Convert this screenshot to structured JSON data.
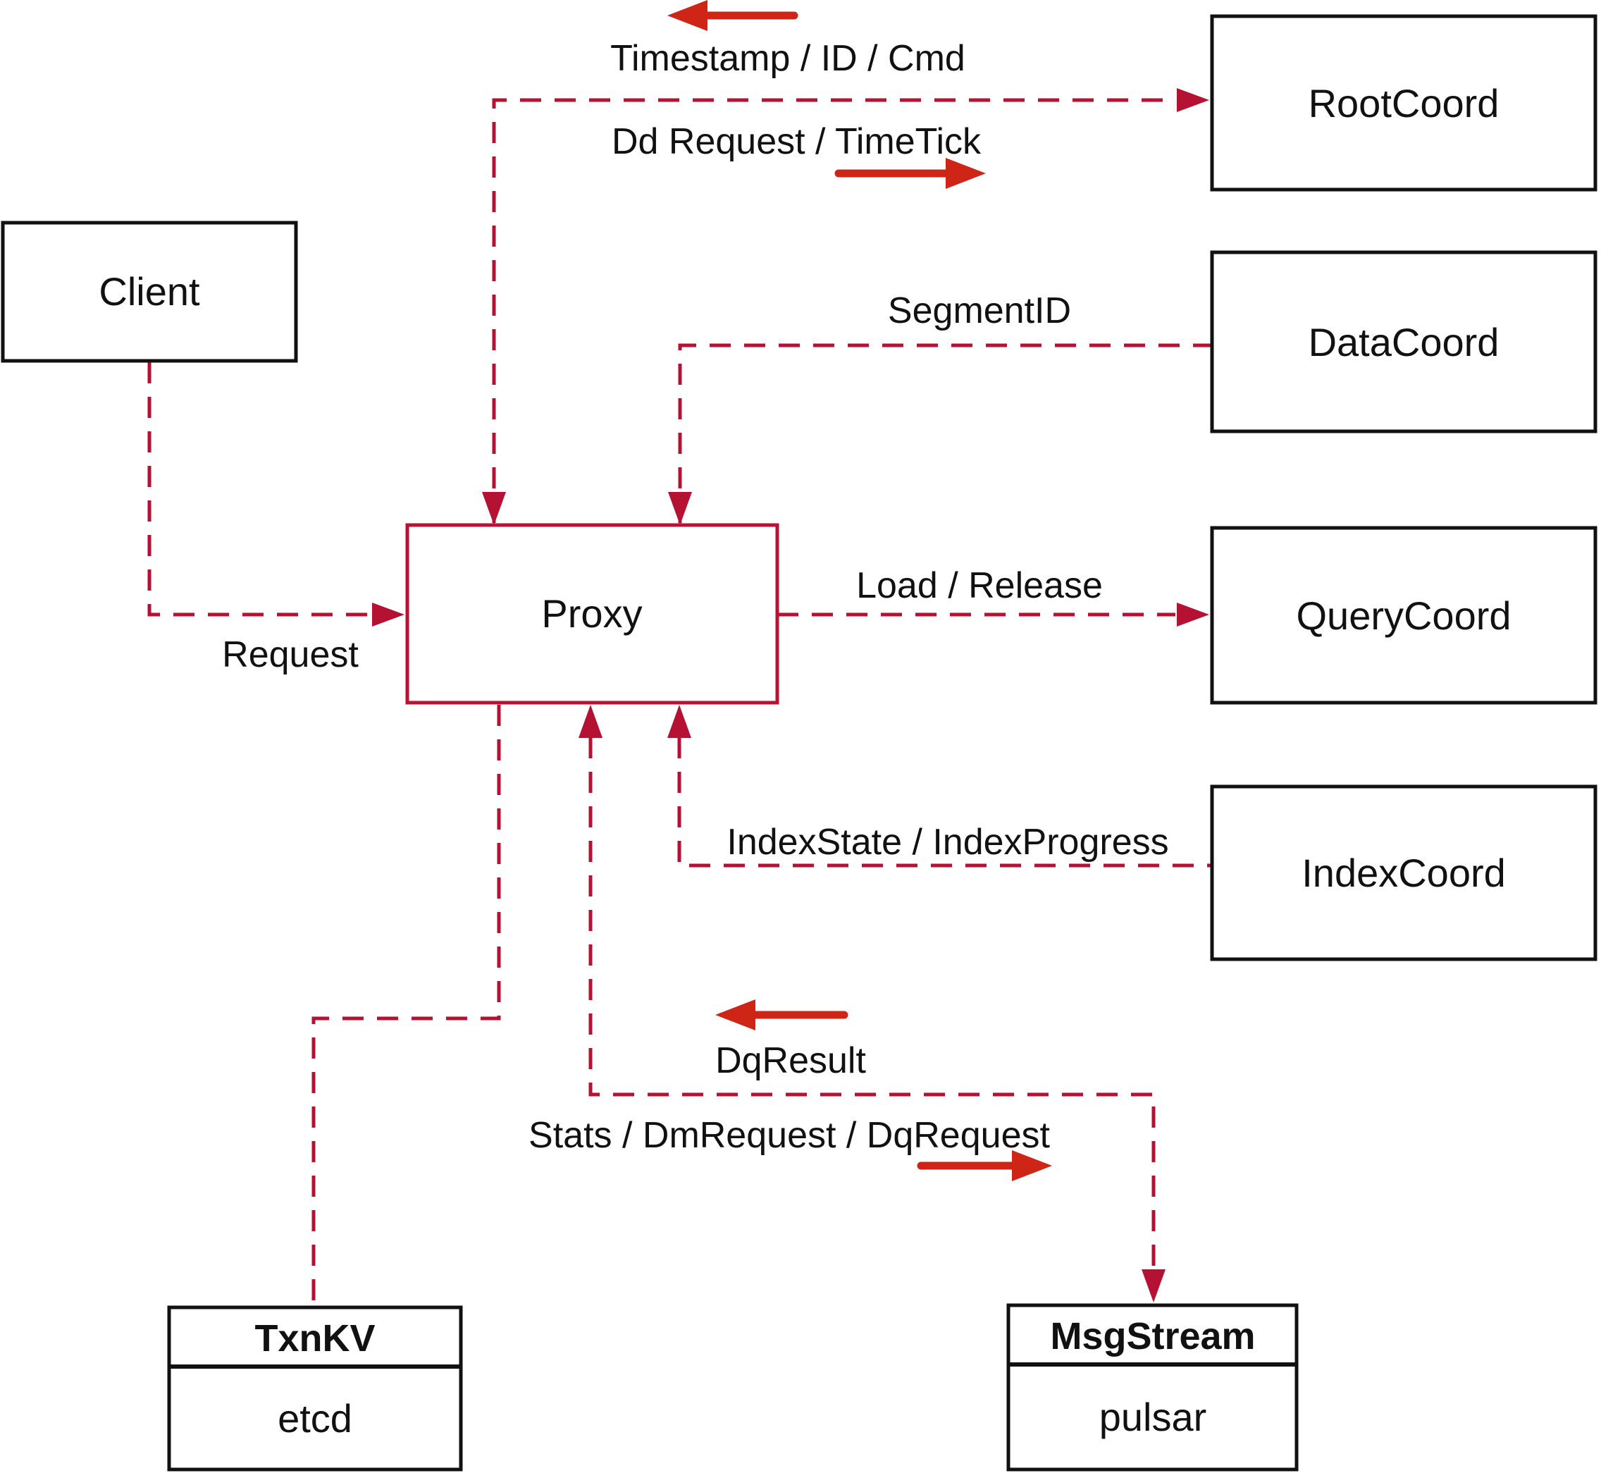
{
  "nodes": {
    "client": {
      "label": "Client"
    },
    "proxy": {
      "label": "Proxy"
    },
    "root_coord": {
      "label": "RootCoord"
    },
    "data_coord": {
      "label": "DataCoord"
    },
    "query_coord": {
      "label": "QueryCoord"
    },
    "index_coord": {
      "label": "IndexCoord"
    },
    "txn_kv": {
      "title": "TxnKV",
      "subtitle": "etcd"
    },
    "msg_stream": {
      "title": "MsgStream",
      "subtitle": "pulsar"
    }
  },
  "edge_labels": {
    "timestamp_id_cmd": "Timestamp / ID / Cmd",
    "dd_request_timetick": "Dd Request / TimeTick",
    "segment_id": "SegmentID",
    "load_release": "Load / Release",
    "index_state": "IndexState / IndexProgress",
    "request": "Request",
    "dq_result": "DqResult",
    "stats_dm_dq": "Stats / DmRequest / DqRequest"
  },
  "colors": {
    "dashed_line": "#b51133",
    "solid_arrow": "#cf2517",
    "proxy_border": "#b81235",
    "proxy_text": "#c00a2a",
    "box_border": "#111111",
    "text": "#111111",
    "background": "#ffffff"
  }
}
